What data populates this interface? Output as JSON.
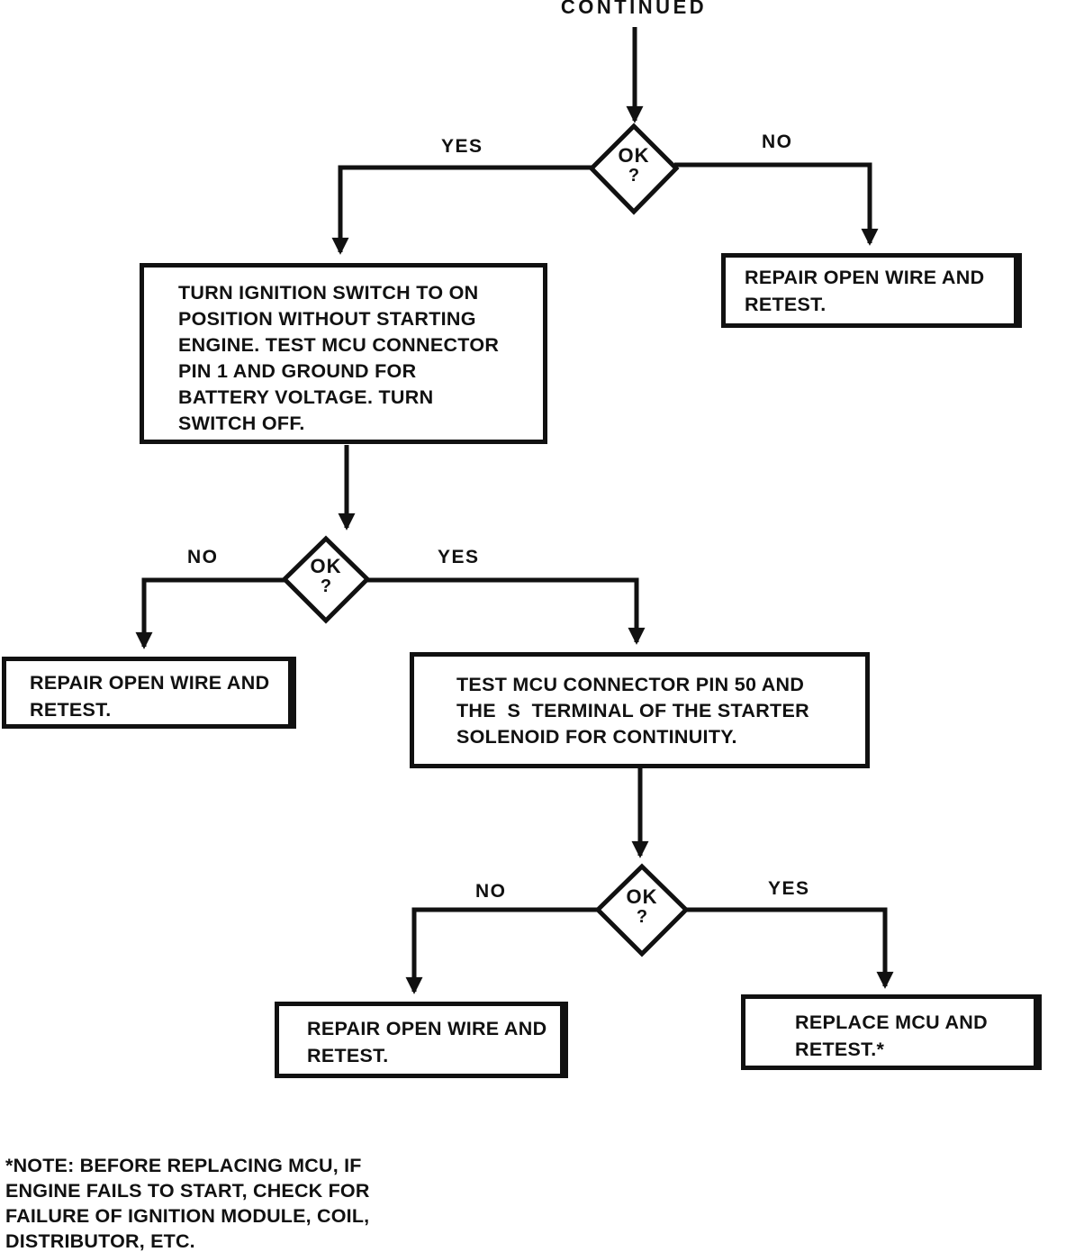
{
  "page": {
    "continued_label": "CONTINUED",
    "ink_color": "#111111",
    "background_color": "#ffffff"
  },
  "flowchart": {
    "decisions": [
      {
        "text": "OK",
        "question_mark": "?",
        "yes_label": "YES",
        "no_label": "NO"
      },
      {
        "text": "OK",
        "question_mark": "?",
        "yes_label": "YES",
        "no_label": "NO"
      },
      {
        "text": "OK",
        "question_mark": "?",
        "yes_label": "YES",
        "no_label": "NO"
      }
    ],
    "boxes": {
      "ignition_test": {
        "text": "TURN IGNITION SWITCH TO ON\nPOSITION WITHOUT STARTING\nENGINE. TEST MCU CONNECTOR\nPIN 1 AND GROUND FOR\nBATTERY VOLTAGE. TURN\nSWITCH OFF."
      },
      "repair_open_wire_top": {
        "text": "REPAIR OPEN WIRE AND\nRETEST."
      },
      "pin50_continuity_test": {
        "text": "TEST MCU CONNECTOR PIN 50 AND\nTHE  S  TERMINAL OF THE STARTER\nSOLENOID FOR CONTINUITY."
      },
      "repair_open_wire_left": {
        "text": "REPAIR OPEN WIRE AND\nRETEST."
      },
      "repair_open_wire_bottom": {
        "text": "REPAIR OPEN WIRE AND\nRETEST."
      },
      "replace_mcu": {
        "text": "REPLACE MCU AND\nRETEST.*"
      }
    },
    "footnote": "*NOTE: BEFORE REPLACING MCU, IF\nENGINE FAILS TO START, CHECK FOR\nFAILURE OF IGNITION MODULE, COIL,\nDISTRIBUTOR, ETC."
  }
}
